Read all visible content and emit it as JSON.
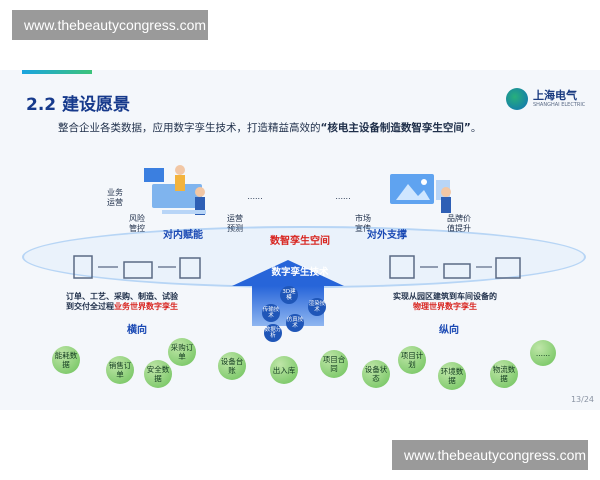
{
  "watermark": {
    "top": "www.thebeautycongress.com",
    "bottom": "www.thebeautycongress.com"
  },
  "slide": {
    "title": "2.2 建设愿景",
    "subtitle_pre": "整合企业各类数据，应用数字孪生技术，打造精益高效的",
    "subtitle_bold": "“核电主设备制造数智孪生空间”",
    "subtitle_post": "。",
    "logo": {
      "cn": "上海电气",
      "en": "SHANGHAI ELECTRIC"
    },
    "page": "13/24"
  },
  "ring": {
    "center": "数智孪生空间",
    "left_title": "对内赋能",
    "right_title": "对外支撑",
    "left_items": [
      "业务运营",
      "风险管控",
      "运营预测",
      "......"
    ],
    "right_items": [
      "市场宣传",
      "品牌价值提升",
      "......"
    ]
  },
  "arrow": {
    "label": "数字孪生技术",
    "techs": [
      "3D建模",
      "数据分析",
      "传输技术",
      "渲染技术",
      "仿真技术"
    ]
  },
  "left_flow": {
    "line1": "订单、工艺、采购、制造、试验",
    "line2_pre": "到交付全过程",
    "line2_red": "业务世界数字孪生",
    "axis": "横向"
  },
  "right_flow": {
    "line1": "实现从园区建筑到车间设备的",
    "line2_red": "物理世界数字孪生",
    "axis": "纵向"
  },
  "bubbles": [
    "能耗数据",
    "销售订单",
    "安全数据",
    "采购订单",
    "设备台账",
    "出入库",
    "项目合同",
    "设备状态",
    "项目计划",
    "环境数据",
    "物流数据",
    "......"
  ],
  "colors": {
    "accent": "#2765d9",
    "red": "#d8241f",
    "green": "#6cc15a",
    "title": "#173a8c"
  }
}
